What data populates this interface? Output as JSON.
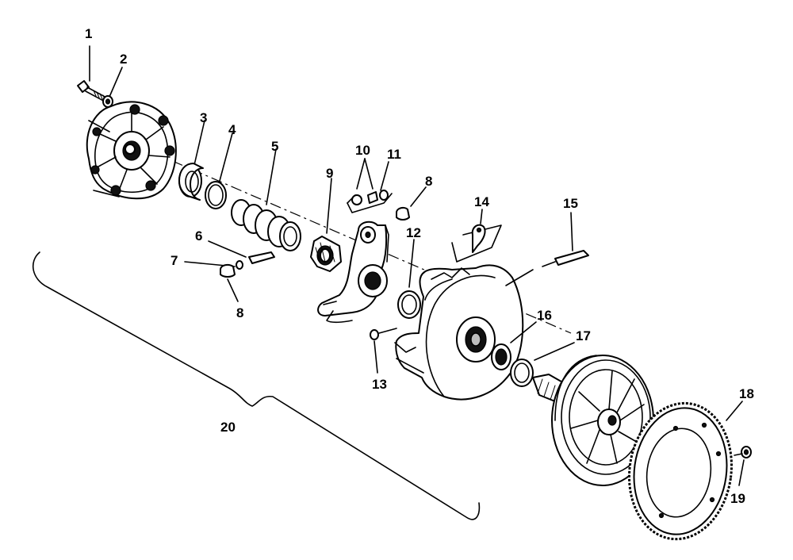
{
  "parts": [
    {
      "num": "1"
    },
    {
      "num": "2"
    },
    {
      "num": "3"
    },
    {
      "num": "4"
    },
    {
      "num": "5"
    },
    {
      "num": "6"
    },
    {
      "num": "7"
    },
    {
      "num": "8"
    },
    {
      "num": "9"
    },
    {
      "num": "10"
    },
    {
      "num": "11"
    },
    {
      "num": "8"
    },
    {
      "num": "12"
    },
    {
      "num": "13"
    },
    {
      "num": "14"
    },
    {
      "num": "15"
    },
    {
      "num": "16"
    },
    {
      "num": "17"
    },
    {
      "num": "18"
    },
    {
      "num": "19"
    },
    {
      "num": "20"
    }
  ]
}
